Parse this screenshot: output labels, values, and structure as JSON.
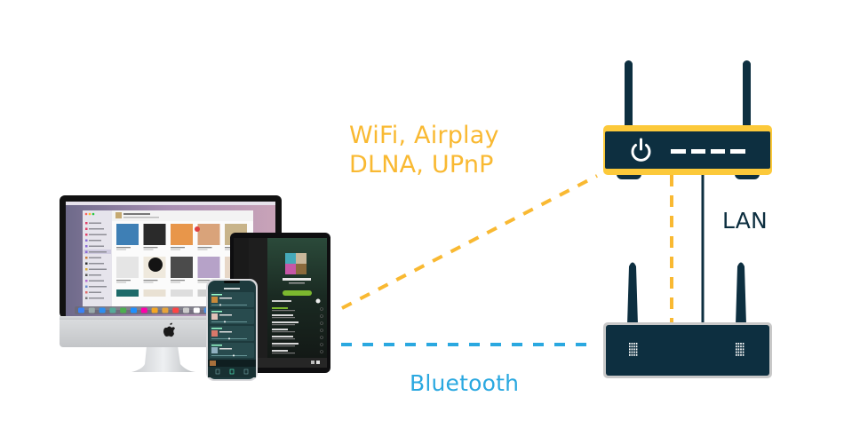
{
  "labels": {
    "wifi_line1": "WiFi, Airplay",
    "wifi_line2": "DLNA, UPnP",
    "lan": "LAN",
    "bluetooth": "Bluetooth"
  },
  "colors": {
    "wifi": "#f9b932",
    "bluetooth": "#2aa8e0",
    "lan": "#0d2f40",
    "device_body": "#0d2f40",
    "router_trim": "#fcc93a",
    "streamer_trim": "#c8c8c8"
  },
  "devices": {
    "computer": {
      "name": "iMac",
      "screen_app": "Music library"
    },
    "tablet": {
      "name": "iPad",
      "playlist_title": "My New Favorites"
    },
    "phone": {
      "name": "iPhone",
      "screen_title": "Devices"
    },
    "router": {
      "name": "WiFi router",
      "icons": [
        "power-icon",
        "status-lights"
      ]
    },
    "streamer": {
      "name": "Audio streamer",
      "icons": [
        "speaker-grille-left",
        "speaker-grille-right"
      ]
    }
  },
  "connections": [
    {
      "from": "devices",
      "to": "router",
      "type": "wifi",
      "style": "dashed"
    },
    {
      "from": "router",
      "to": "streamer",
      "type": "wifi",
      "style": "dashed"
    },
    {
      "from": "router",
      "to": "streamer",
      "type": "lan",
      "style": "solid"
    },
    {
      "from": "devices",
      "to": "streamer",
      "type": "bluetooth",
      "style": "dashed"
    }
  ]
}
